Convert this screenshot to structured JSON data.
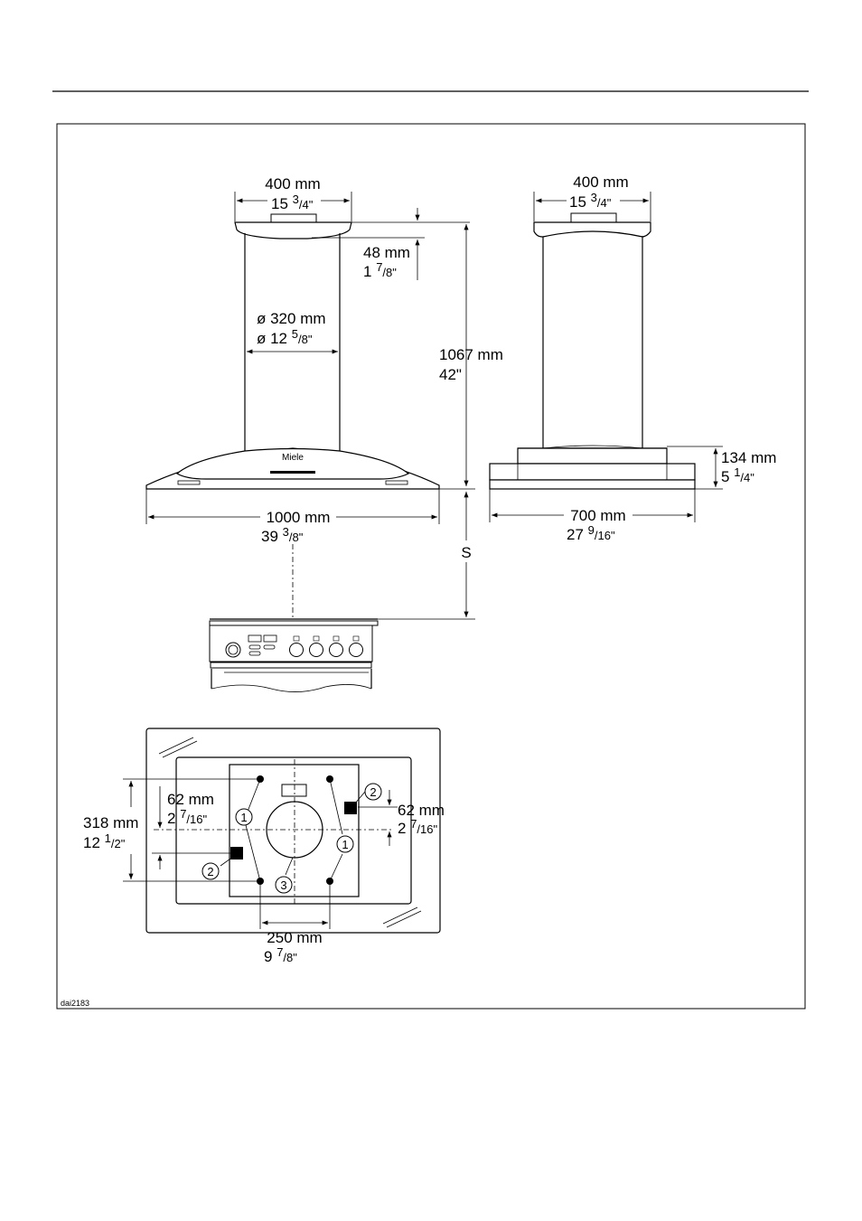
{
  "drawing_id": "dai2183",
  "front_view": {
    "top_width_mm": "400 mm",
    "top_width_in": {
      "whole": "15 ",
      "num": "3",
      "den": "/4\""
    },
    "cap_height_mm": "48 mm",
    "cap_height_in": {
      "whole": "1 ",
      "num": "7",
      "den": "/8\""
    },
    "chimney_dia_mm": "ø 320 mm",
    "chimney_dia_in": {
      "whole": "ø 12 ",
      "num": "5",
      "den": "/8\""
    },
    "height_mm": "1067 mm",
    "height_in": "42\"",
    "canopy_width_mm": "1000 mm",
    "canopy_width_in": {
      "whole": "39 ",
      "num": "3",
      "den": "/8\""
    },
    "clearance_label": "S"
  },
  "side_view": {
    "top_width_mm": "400 mm",
    "top_width_in": {
      "whole": "15 ",
      "num": "3",
      "den": "/4\""
    },
    "canopy_height_mm": "134 mm",
    "canopy_height_in": {
      "whole": "5 ",
      "num": "1",
      "den": "/4\""
    },
    "depth_mm": "700 mm",
    "depth_in": {
      "whole": "27 ",
      "num": "9",
      "den": "/16\""
    }
  },
  "ceiling_plan": {
    "span_mm": "318 mm",
    "span_in": {
      "whole": "12 ",
      "num": "1",
      "den": "/2\""
    },
    "left_offset_mm": "62 mm",
    "left_offset_in": {
      "whole": "2 ",
      "num": "7",
      "den": "/16\""
    },
    "right_offset_mm": "62 mm",
    "right_offset_in": {
      "whole": "2 ",
      "num": "7",
      "den": "/16\""
    },
    "hole_spacing_mm": "250 mm",
    "hole_spacing_in": {
      "whole": "9 ",
      "num": "7",
      "den": "/8\""
    },
    "callout_1": "1",
    "callout_2": "2",
    "callout_3": "3"
  }
}
